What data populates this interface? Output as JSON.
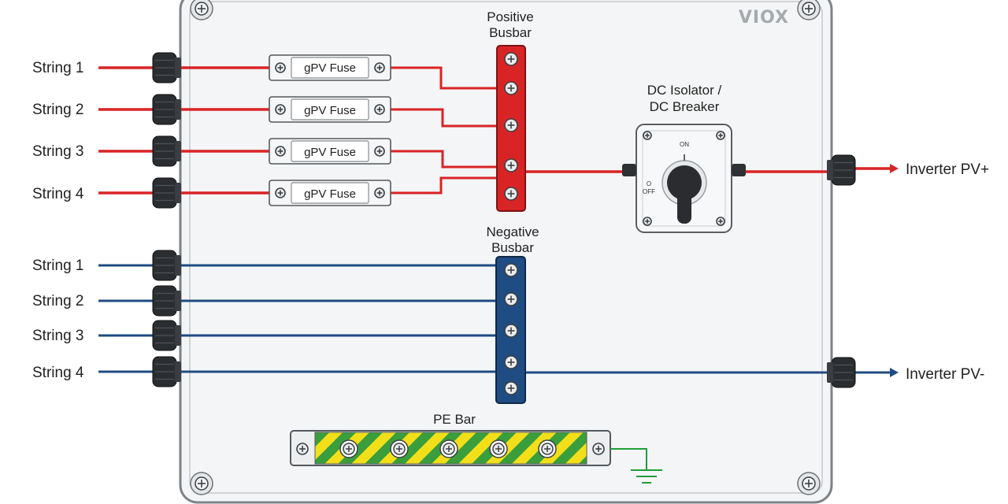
{
  "brand": "VIOX",
  "colors": {
    "positive": "#d92426",
    "negative": "#1f4c82",
    "earth": "#1e9e3a",
    "enclosure": "#f4f5f6",
    "enclosure_border": "#7e8388"
  },
  "positive_strings": [
    "String 1",
    "String 2",
    "String 3",
    "String 4"
  ],
  "negative_strings": [
    "String 1",
    "String 2",
    "String 3",
    "String 4"
  ],
  "fuse_label": "gPV Fuse",
  "positive_busbar": {
    "line1": "Positive",
    "line2": "Busbar"
  },
  "negative_busbar": {
    "line1": "Negative",
    "line2": "Busbar"
  },
  "isolator": {
    "line1": "DC Isolator /",
    "line2": "DC Breaker",
    "on_label": "ON",
    "off_mark": "O",
    "off_label": "OFF"
  },
  "pe_bar_label": "PE Bar",
  "outputs": {
    "positive": "Inverter PV+",
    "negative": "Inverter PV-"
  },
  "icons": [
    "screw-icon",
    "cable-gland-icon",
    "ground-icon",
    "arrow-right-icon"
  ]
}
